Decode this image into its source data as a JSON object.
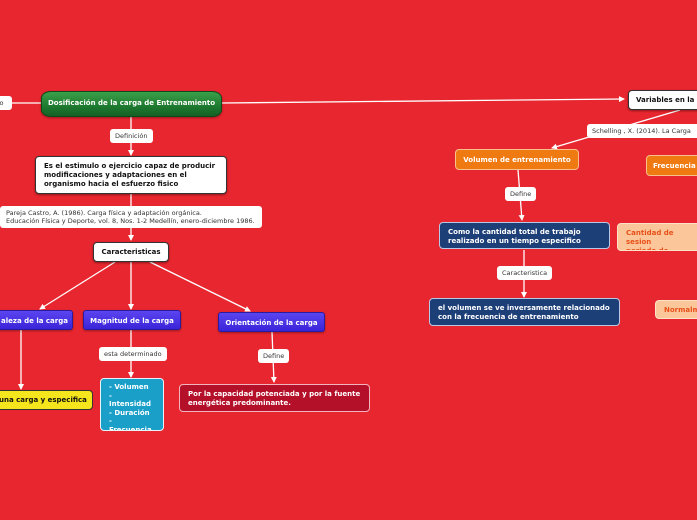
{
  "colors": {
    "background": "#e8262f",
    "root": "#1d7a2f",
    "characteristic": "#4a33e6",
    "list": "#1a9fc9",
    "definition_result": "#b5102a",
    "variable": "#f07a12",
    "variable_detail": "#1d3f78",
    "variable_detail_alt": "#fbc79a",
    "connector": "#ffffff"
  },
  "nodes": {
    "root": "Dosificación de la carga de Entrenamiento",
    "left_cut_label": "to",
    "definition_label": "Definición",
    "definition": "Es el estimulo o ejercicio capaz de producir\nmodificaciones y adaptaciones en el\norganismo hacia el esfuerzo fisico",
    "reference_1": "Pareja Castro, A. (1986). Carga física y adaptación orgánica.\nEducación Física y Deporte, vol. 8, Nos. 1-2 Medellín, enero-diciembre 1986.",
    "caracteristicas": "Caracteristicas",
    "naturaleza": "aleza de la carga",
    "magnitud": "Magnitud de la carga",
    "orientacion": "Orientación de la carga",
    "esta_determinado_label": "esta determinado",
    "naturaleza_result": "una carga y especifica",
    "magnitud_list": "- Volumen\n- Intensidad\n- Duración\n- Frecuencia\n- Densidad",
    "define_label_1": "Define",
    "orientacion_result": "Por la capacidad potenciada y por la fuente\nenergética predominante.",
    "variables": "Variables en la",
    "reference_2": "Schelling , X. (2014). La Carga",
    "volumen": "Volumen de entrenamiento",
    "frecuencia": "Frecuencia",
    "define_label_2": "Define",
    "volumen_def": "Como la cantidad total de trabajo\nrealizado en un tiempo especifico",
    "frecuencia_def": "Cantidad de sesion\nperiodo de tiempo",
    "caracteristica_label": "Caracteristica",
    "volumen_char": "el volumen se ve inversamente relacionado\ncon la frecuencia de entrenamiento",
    "frecuencia_char": "Normalm"
  }
}
